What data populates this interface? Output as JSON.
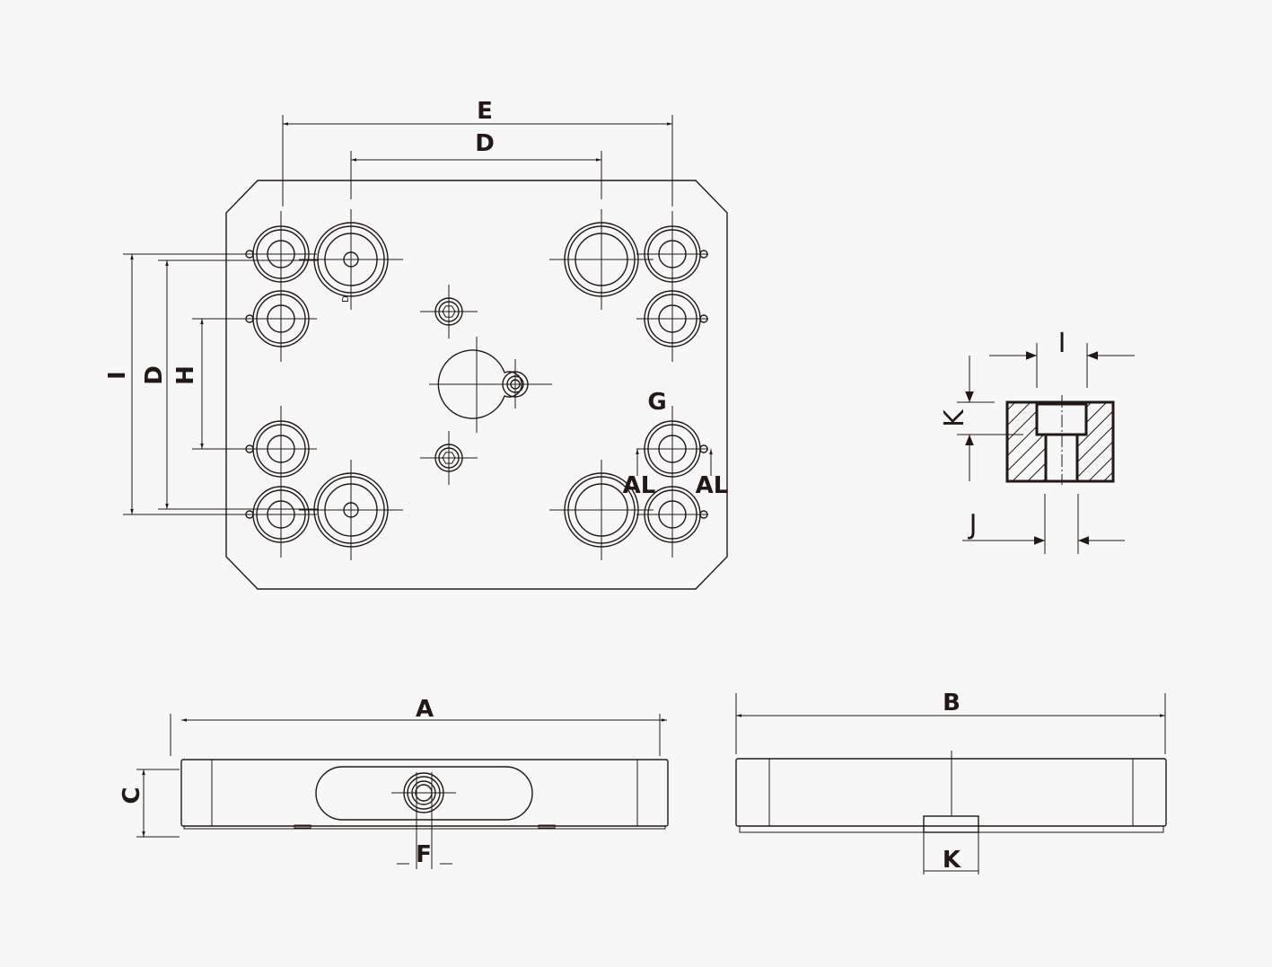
{
  "title": "Plate dimension drawing",
  "top_view": {
    "labels": {
      "E": "E",
      "D_top": "D",
      "I_left": "I",
      "D_left": "D",
      "H": "H",
      "G": "G",
      "AL_1": "AL",
      "AL_2": "AL",
      "hole_mark": "D"
    }
  },
  "section_view": {
    "labels": {
      "I": "I",
      "K": "K",
      "J": "J"
    }
  },
  "front_view": {
    "labels": {
      "A": "A",
      "C": "C",
      "F": "F"
    }
  },
  "side_view": {
    "labels": {
      "B": "B",
      "K": "K"
    }
  },
  "colors": {
    "line": "#231815",
    "background": "#f7f7f7"
  }
}
